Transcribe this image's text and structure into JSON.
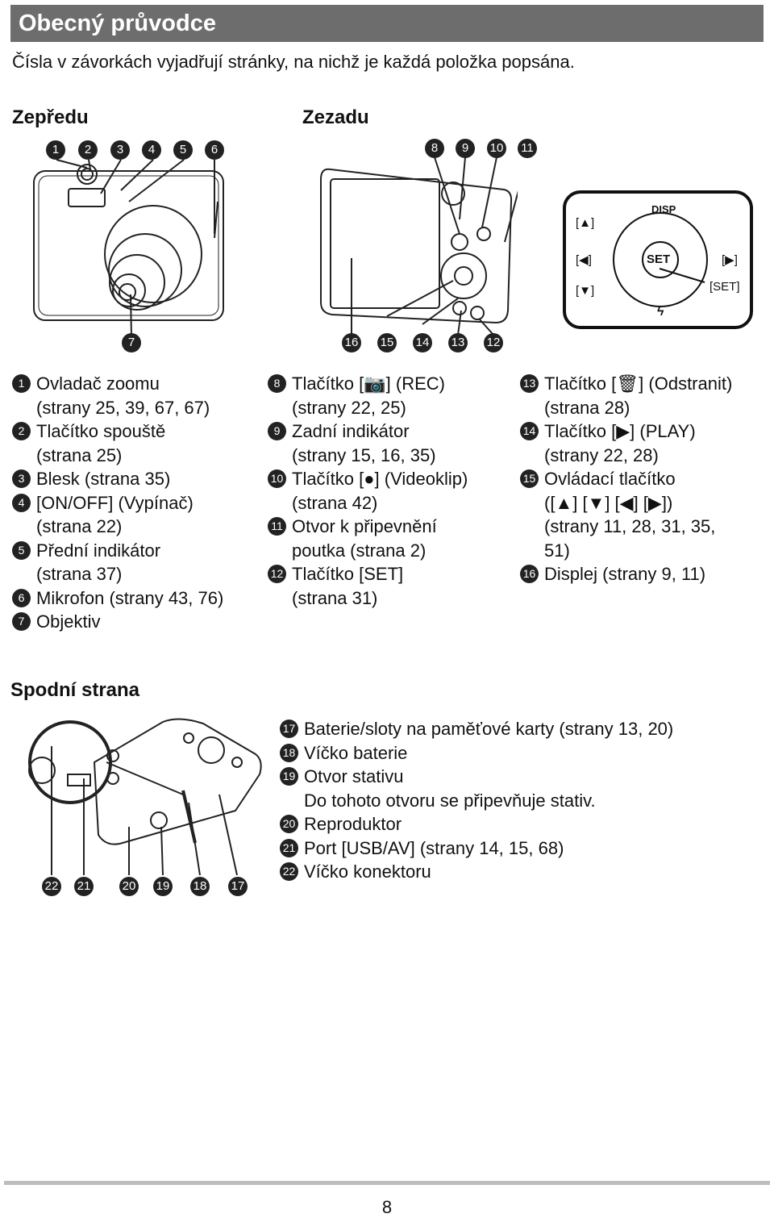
{
  "header": {
    "title": "Obecný průvodce"
  },
  "intro": "Čísla v závorkách vyjadřují stránky, na nichž je každá položka popsána.",
  "sections": {
    "front": "Zepředu",
    "back": "Zezadu",
    "bottom": "Spodní strana"
  },
  "front_callouts": [
    "1",
    "2",
    "3",
    "4",
    "5",
    "6"
  ],
  "front_bottom_callout": "7",
  "back_top_callouts": [
    "8",
    "9",
    "10",
    "11"
  ],
  "back_bottom_callouts": [
    "16",
    "15",
    "14",
    "13",
    "12"
  ],
  "bottom_callouts": [
    "22",
    "21",
    "20",
    "19",
    "18",
    "17"
  ],
  "dpad": {
    "up": "[▲]",
    "left": "[◀]",
    "down": "[▼]",
    "right": "[▶]",
    "set_btn": "SET",
    "set_label": "[SET]",
    "disp": "DISP",
    "flash": "ϟ"
  },
  "col1": [
    {
      "n": "1",
      "lines": [
        "Ovladač zoomu",
        "(strany 25, 39, 67, 67)"
      ]
    },
    {
      "n": "2",
      "lines": [
        "Tlačítko spouště",
        "(strana 25)"
      ]
    },
    {
      "n": "3",
      "lines": [
        "Blesk (strana 35)"
      ]
    },
    {
      "n": "4",
      "lines": [
        "[ON/OFF] (Vypínač)",
        "(strana 22)"
      ]
    },
    {
      "n": "5",
      "lines": [
        "Přední indikátor",
        "(strana 37)"
      ]
    },
    {
      "n": "6",
      "lines": [
        "Mikrofon (strany 43, 76)"
      ]
    },
    {
      "n": "7",
      "lines": [
        "Objektiv"
      ]
    }
  ],
  "col2": [
    {
      "n": "8",
      "lines": [
        "Tlačítko [📷] (REC)",
        "(strany 22, 25)"
      ]
    },
    {
      "n": "9",
      "lines": [
        "Zadní indikátor",
        "(strany 15, 16, 35)"
      ]
    },
    {
      "n": "10",
      "lines": [
        "Tlačítko [●] (Videoklip)",
        "(strana 42)"
      ]
    },
    {
      "n": "11",
      "lines": [
        "Otvor k připevnění",
        "poutka (strana 2)"
      ]
    },
    {
      "n": "12",
      "lines": [
        "Tlačítko [SET]",
        "(strana 31)"
      ]
    }
  ],
  "col3": [
    {
      "n": "13",
      "lines": [
        "Tlačítko [🗑] (Odstranit)",
        "(strana 28)"
      ]
    },
    {
      "n": "14",
      "lines": [
        "Tlačítko [▶] (PLAY)",
        "(strany 22, 28)"
      ]
    },
    {
      "n": "15",
      "lines": [
        "Ovládací tlačítko",
        "([▲] [▼] [◀] [▶])",
        "(strany 11, 28, 31, 35,",
        "51)"
      ]
    },
    {
      "n": "16",
      "lines": [
        "Displej (strany 9, 11)"
      ]
    }
  ],
  "col4": [
    {
      "n": "17",
      "lines": [
        "Baterie/sloty na paměťové karty (strany 13, 20)"
      ]
    },
    {
      "n": "18",
      "lines": [
        "Víčko baterie"
      ]
    },
    {
      "n": "19",
      "lines": [
        "Otvor stativu",
        "Do tohoto otvoru se připevňuje stativ."
      ]
    },
    {
      "n": "20",
      "lines": [
        "Reproduktor"
      ]
    },
    {
      "n": "21",
      "lines": [
        "Port [USB/AV] (strany 14, 15, 68)"
      ]
    },
    {
      "n": "22",
      "lines": [
        "Víčko konektoru"
      ]
    }
  ],
  "page_number": "8"
}
